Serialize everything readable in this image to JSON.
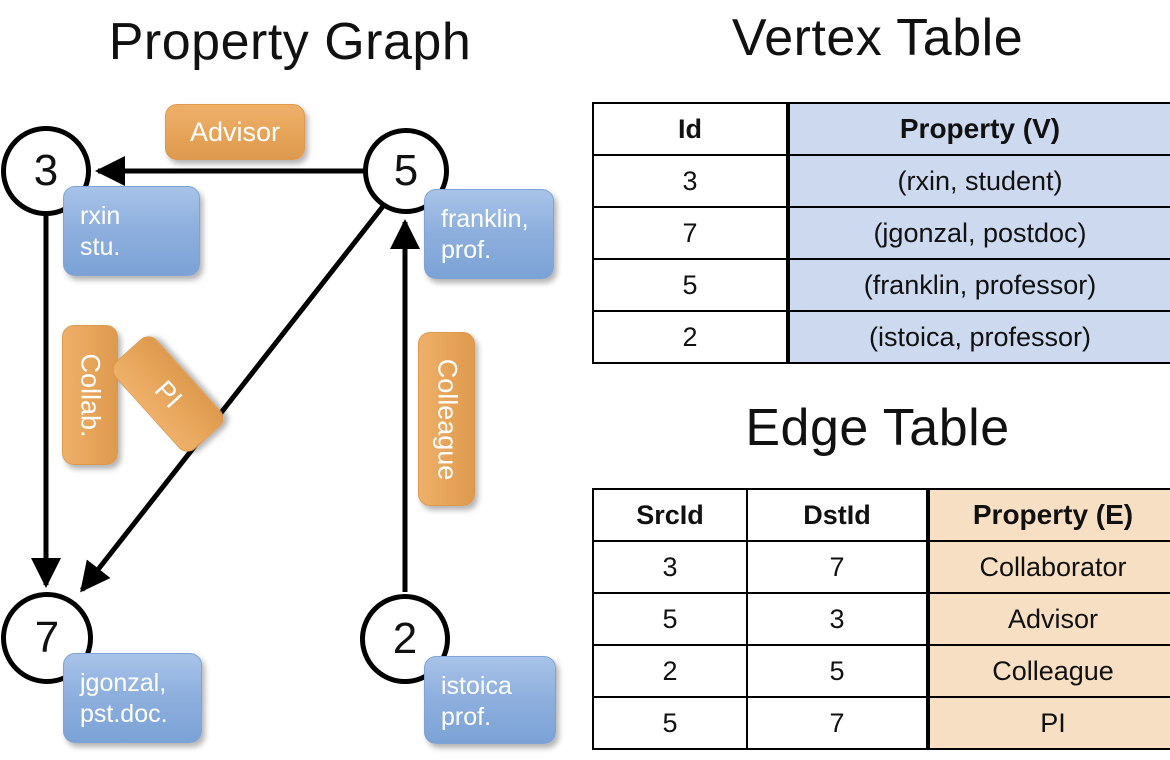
{
  "titles": {
    "property_graph": "Property Graph",
    "vertex_table": "Vertex Table",
    "edge_table": "Edge Table"
  },
  "graph": {
    "nodes": [
      {
        "id": "3",
        "label": "3",
        "property": "rxin\nstu."
      },
      {
        "id": "5",
        "label": "5",
        "property": "franklin,\nprof."
      },
      {
        "id": "7",
        "label": "7",
        "property": "jgonzal,\npst.doc."
      },
      {
        "id": "2",
        "label": "2",
        "property": "istoica\nprof."
      }
    ],
    "node_labels": {
      "n3": "3",
      "n5": "5",
      "n7": "7",
      "n2": "2"
    },
    "property_chips": {
      "rxin_line1": "rxin",
      "rxin_line2": "stu.",
      "franklin_line1": "franklin,",
      "franklin_line2": "prof.",
      "jgonzal_line1": "jgonzal,",
      "jgonzal_line2": "pst.doc.",
      "istoica_line1": "istoica",
      "istoica_line2": "prof."
    },
    "edge_labels": {
      "advisor": "Advisor",
      "collab": "Collab.",
      "pi": "PI",
      "colleague": "Colleague"
    },
    "edges": [
      {
        "src": "5",
        "dst": "3",
        "label": "Advisor"
      },
      {
        "src": "3",
        "dst": "7",
        "label": "Collab."
      },
      {
        "src": "5",
        "dst": "7",
        "label": "PI"
      },
      {
        "src": "2",
        "dst": "5",
        "label": "Colleague"
      }
    ]
  },
  "vertex_table": {
    "headers": [
      "Id",
      "Property (V)"
    ],
    "rows": [
      {
        "id": "3",
        "property": "(rxin, student)"
      },
      {
        "id": "7",
        "property": "(jgonzal, postdoc)"
      },
      {
        "id": "5",
        "property": "(franklin, professor)"
      },
      {
        "id": "2",
        "property": "(istoica, professor)"
      }
    ]
  },
  "edge_table": {
    "headers": [
      "SrcId",
      "DstId",
      "Property (E)"
    ],
    "rows": [
      {
        "src": "3",
        "dst": "7",
        "property": "Collaborator"
      },
      {
        "src": "5",
        "dst": "3",
        "property": "Advisor"
      },
      {
        "src": "2",
        "dst": "5",
        "property": "Colleague"
      },
      {
        "src": "5",
        "dst": "7",
        "property": "PI"
      }
    ]
  },
  "colors": {
    "vertex_property_fill": "#ccd9ef",
    "edge_property_fill": "#f7dfc4",
    "node_chip_blue": "#8fb0de",
    "edge_chip_orange": "#e6a459",
    "stroke": "#000000",
    "background": "#ffffff"
  }
}
